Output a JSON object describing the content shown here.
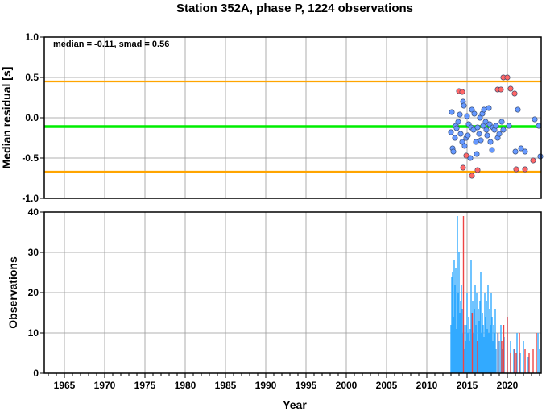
{
  "chart_data": [
    {
      "type": "scatter",
      "title": "Station 352A, phase P, 1224 observations",
      "ylabel": "Median residual [s]",
      "xlim": [
        1962.5,
        2024.2
      ],
      "ylim": [
        -1.0,
        1.0
      ],
      "y_ticks": [
        "1.0",
        "0.5",
        "0.0",
        "-0.5",
        "-1.0"
      ],
      "y_tick_values": [
        1.0,
        0.5,
        0.0,
        -0.5,
        -1.0
      ],
      "grid": true,
      "annotation": "median = -0.11, smad = 0.56",
      "reference_lines": [
        {
          "y": 0.45,
          "color": "#ffa500"
        },
        {
          "y": -0.11,
          "color": "#00ee00"
        },
        {
          "y": -0.67,
          "color": "#ffa500"
        }
      ],
      "series": [
        {
          "color": "#6699ff",
          "points": [
            [
              2013.0,
              -0.18
            ],
            [
              2013.1,
              0.07
            ],
            [
              2013.2,
              -0.38
            ],
            [
              2013.3,
              -0.42
            ],
            [
              2013.5,
              -0.25
            ],
            [
              2013.6,
              -0.1
            ],
            [
              2013.7,
              -0.13
            ],
            [
              2013.9,
              -0.05
            ],
            [
              2014.1,
              0.04
            ],
            [
              2014.2,
              -0.2
            ],
            [
              2014.4,
              -0.3
            ],
            [
              2014.5,
              0.2
            ],
            [
              2014.6,
              0.15
            ],
            [
              2014.7,
              -0.35
            ],
            [
              2014.9,
              -0.25
            ],
            [
              2015.0,
              0.02
            ],
            [
              2015.1,
              -0.22
            ],
            [
              2015.2,
              -0.08
            ],
            [
              2015.4,
              -0.5
            ],
            [
              2015.5,
              -0.12
            ],
            [
              2015.6,
              0.1
            ],
            [
              2015.8,
              -0.15
            ],
            [
              2015.9,
              0.05
            ],
            [
              2016.1,
              -0.3
            ],
            [
              2016.2,
              -0.45
            ],
            [
              2016.3,
              -0.12
            ],
            [
              2016.5,
              -0.2
            ],
            [
              2016.6,
              0.0
            ],
            [
              2016.7,
              -0.28
            ],
            [
              2016.9,
              0.05
            ],
            [
              2017.0,
              -0.1
            ],
            [
              2017.1,
              0.1
            ],
            [
              2017.3,
              -0.05
            ],
            [
              2017.4,
              -0.15
            ],
            [
              2017.5,
              -0.22
            ],
            [
              2017.7,
              0.12
            ],
            [
              2017.8,
              -0.08
            ],
            [
              2017.9,
              -0.3
            ],
            [
              2018.1,
              -0.4
            ],
            [
              2018.2,
              -0.12
            ],
            [
              2018.4,
              -0.15
            ],
            [
              2018.6,
              -0.1
            ],
            [
              2018.8,
              -0.25
            ],
            [
              2019.0,
              -0.2
            ],
            [
              2019.3,
              -0.05
            ],
            [
              2019.5,
              -0.15
            ],
            [
              2020.2,
              -0.1
            ],
            [
              2021.0,
              -0.42
            ],
            [
              2021.3,
              0.1
            ],
            [
              2021.7,
              -0.38
            ],
            [
              2022.2,
              -0.42
            ],
            [
              2023.4,
              -0.02
            ],
            [
              2023.9,
              -0.1
            ],
            [
              2024.1,
              -0.48
            ]
          ]
        },
        {
          "color": "#ff6666",
          "points": [
            [
              2014.0,
              0.33
            ],
            [
              2014.4,
              0.32
            ],
            [
              2014.5,
              -0.62
            ],
            [
              2014.9,
              -0.47
            ],
            [
              2015.6,
              -0.72
            ],
            [
              2016.3,
              -0.65
            ],
            [
              2018.8,
              0.35
            ],
            [
              2019.2,
              0.35
            ],
            [
              2019.5,
              0.5
            ],
            [
              2020.0,
              0.5
            ],
            [
              2020.4,
              0.36
            ],
            [
              2020.9,
              0.3
            ],
            [
              2021.1,
              -0.64
            ],
            [
              2022.2,
              -0.64
            ],
            [
              2023.2,
              -0.53
            ]
          ]
        }
      ]
    },
    {
      "type": "bar",
      "ylabel": "Observations",
      "xlabel": "Year",
      "xlim": [
        1962.5,
        2024.2
      ],
      "ylim": [
        0,
        40
      ],
      "x_ticks": [
        "1965",
        "1970",
        "1975",
        "1980",
        "1985",
        "1990",
        "1995",
        "2000",
        "2005",
        "2010",
        "2015",
        "2020"
      ],
      "x_tick_values": [
        1965,
        1970,
        1975,
        1980,
        1985,
        1990,
        1995,
        2000,
        2005,
        2010,
        2015,
        2020
      ],
      "y_ticks": [
        "40",
        "30",
        "20",
        "10",
        "0"
      ],
      "y_tick_values": [
        40,
        30,
        20,
        10,
        0
      ],
      "grid": true,
      "series": [
        {
          "color": "#33aaff",
          "x": [
            2013.0,
            2013.1,
            2013.2,
            2013.3,
            2013.4,
            2013.5,
            2013.6,
            2013.7,
            2013.8,
            2013.9,
            2014.0,
            2014.1,
            2014.2,
            2014.3,
            2014.4,
            2014.5,
            2014.6,
            2014.7,
            2014.8,
            2014.9,
            2015.0,
            2015.1,
            2015.2,
            2015.3,
            2015.4,
            2015.5,
            2015.6,
            2015.7,
            2015.8,
            2015.9,
            2016.0,
            2016.1,
            2016.2,
            2016.3,
            2016.4,
            2016.5,
            2016.6,
            2016.7,
            2016.8,
            2016.9,
            2017.0,
            2017.1,
            2017.2,
            2017.3,
            2017.4,
            2017.5,
            2017.6,
            2017.7,
            2017.8,
            2017.9,
            2018.0,
            2018.1,
            2018.2,
            2018.3,
            2018.4,
            2018.5,
            2018.6,
            2018.8,
            2019.0,
            2019.2,
            2019.4,
            2019.6,
            2020.0,
            2020.4,
            2020.8,
            2021.2,
            2021.6,
            2022.0,
            2022.6,
            2023.8,
            2024.0
          ],
          "values": [
            12,
            24,
            25,
            14,
            28,
            22,
            26,
            11,
            39,
            20,
            30,
            15,
            18,
            22,
            16,
            10,
            12,
            6,
            8,
            12,
            20,
            10,
            14,
            8,
            11,
            28,
            15,
            18,
            10,
            16,
            22,
            12,
            20,
            8,
            16,
            13,
            18,
            25,
            10,
            15,
            12,
            9,
            20,
            14,
            18,
            11,
            22,
            10,
            16,
            12,
            20,
            14,
            8,
            12,
            10,
            16,
            6,
            10,
            8,
            12,
            6,
            9,
            14,
            8,
            6,
            10,
            5,
            8,
            4,
            10,
            6
          ]
        },
        {
          "color": "#ee4444",
          "x": [
            2014.55,
            2015.65,
            2016.3,
            2018.85,
            2019.3,
            2019.55,
            2020.0,
            2020.4,
            2020.9,
            2021.1,
            2021.5,
            2022.2,
            2022.7,
            2023.2,
            2023.6
          ],
          "values": [
            39,
            15,
            8,
            10,
            8,
            12,
            14,
            5,
            6,
            5,
            10,
            6,
            5,
            6,
            10
          ]
        }
      ]
    }
  ]
}
